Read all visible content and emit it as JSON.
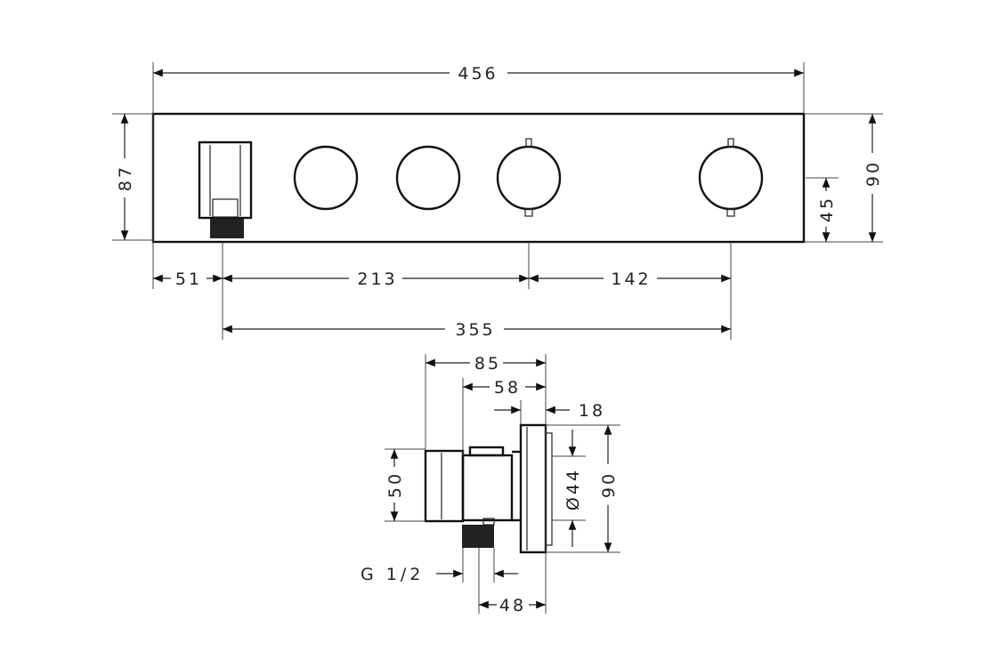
{
  "front_view": {
    "overall_width": "456",
    "plate_height": "87",
    "overall_height": "90",
    "outlet_center_height": "45",
    "left_to_outlet": "51",
    "outlet_to_first_control": "213",
    "between_controls": "142",
    "outlet_to_last_control": "355"
  },
  "side_view": {
    "total_depth": "85",
    "body_depth": "58",
    "plate_depth": "18",
    "body_height": "50",
    "rosette_diameter": "Ø44",
    "plate_height": "90",
    "thread_label": "G 1/2",
    "thread_offset": "48"
  },
  "colors": {
    "line": "#222222",
    "background": "#ffffff"
  }
}
